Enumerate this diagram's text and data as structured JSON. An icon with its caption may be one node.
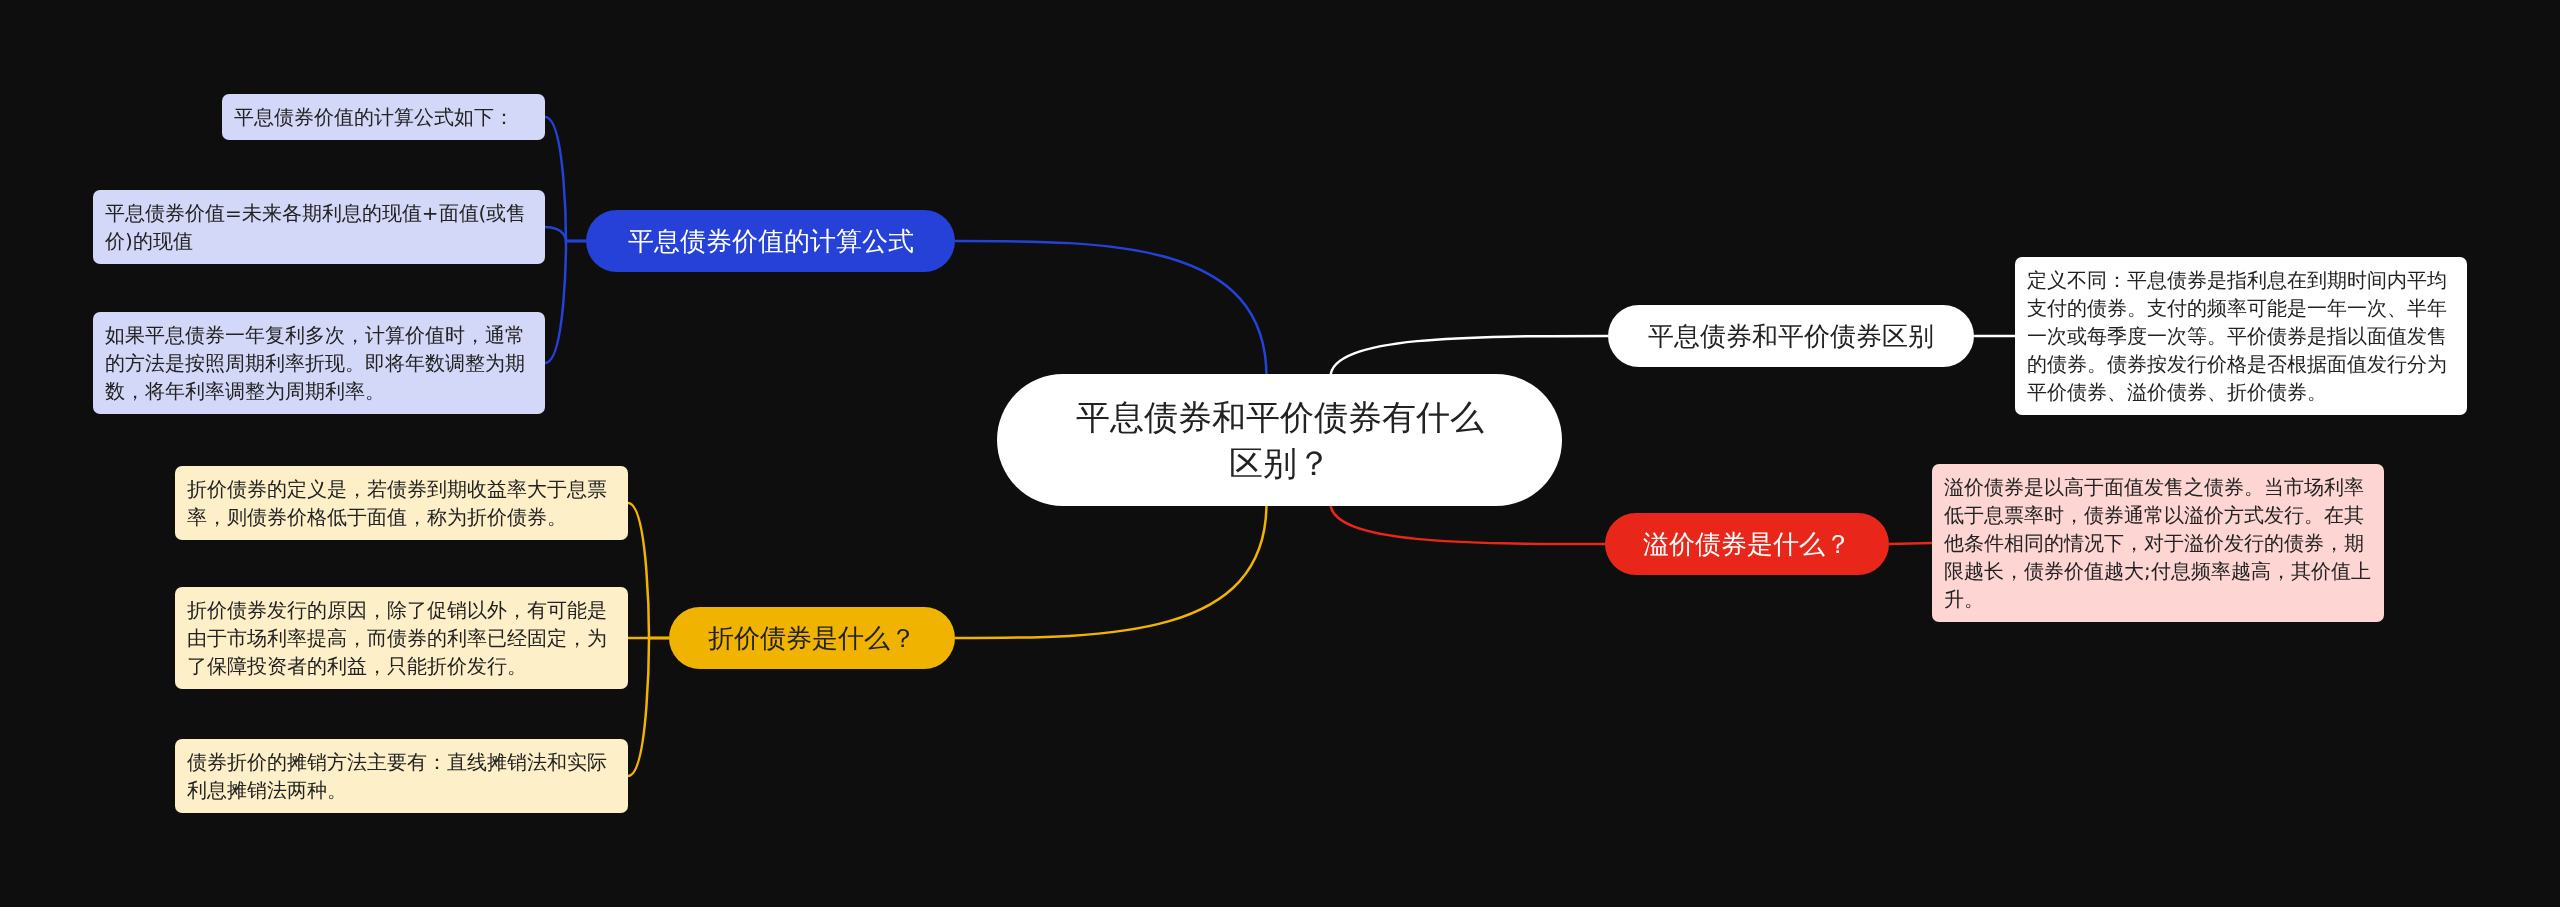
{
  "diagram": {
    "nodes": [
      {
        "text": [
          "平息债券和平价债券有什么区别？"
        ]
      },
      {
        "text": [
          "平息债券价值的计算公式"
        ]
      },
      {
        "text": [
          "平息债券价值的计算公式如下："
        ]
      },
      {
        "text": [
          "平息债券价值=未来各期利息的现值+面值(或售价)的现值"
        ]
      },
      {
        "text": [
          "如果平息债券一年复利多次，计算价值时，通常的方法是按照周期利率折现。即将年数调整为期数，将年利率调整为周期利率。"
        ]
      },
      {
        "text": [
          "折价债券是什么？"
        ]
      },
      {
        "text": [
          "折价债券的定义是，若债券到期收益率大于息票率，则债券价格低于面值，称为折价债券。"
        ]
      },
      {
        "text": [
          "折价债券发行的原因，除了促销以外，有可能是由于市场利率提高，而债券的利率已经固定，为了保障投资者的利益，只能折价发行。"
        ]
      },
      {
        "text": [
          "债券折价的摊销方法主要有：直线摊销法和实际利息摊销法两种。"
        ]
      },
      {
        "text": [
          "平息债券和平价债券区别"
        ]
      },
      {
        "text": [
          "定义不同：平息债券是指利息在到期时间内平均支付的债券。支付的频率可能是一年一次、半年一次或每季度一次等。平价债券是指以面值发售的债券。债券按发行价格是否根据面值发行分为平价债券、溢价债券、折价债券。"
        ]
      },
      {
        "text": [
          "溢价债券是什么？"
        ]
      },
      {
        "text": [
          "溢价债券是以高于面值发售之债券。当市场利率低于息票率时，债券通常以溢价方式发行。在其他条件相同的情况下，对于溢价发行的债券，期限越长，债券价值越大;付息频率越高，其价值上升。"
        ]
      }
    ],
    "edges": [
      {
        "from": 0,
        "to": 1,
        "arrow": "none",
        "color": "#2541d8"
      },
      {
        "from": 1,
        "to": 2,
        "arrow": "none",
        "color": "#2541d8"
      },
      {
        "from": 1,
        "to": 3,
        "arrow": "none",
        "color": "#2541d8"
      },
      {
        "from": 1,
        "to": 4,
        "arrow": "none",
        "color": "#2541d8"
      },
      {
        "from": 0,
        "to": 5,
        "arrow": "none",
        "color": "#f0b400"
      },
      {
        "from": 5,
        "to": 6,
        "arrow": "none",
        "color": "#f0b400"
      },
      {
        "from": 5,
        "to": 7,
        "arrow": "none",
        "color": "#f0b400"
      },
      {
        "from": 5,
        "to": 8,
        "arrow": "none",
        "color": "#f0b400"
      },
      {
        "from": 0,
        "to": 9,
        "arrow": "none",
        "color": "#ffffff"
      },
      {
        "from": 9,
        "to": 10,
        "arrow": "none",
        "color": "#ffffff"
      },
      {
        "from": 0,
        "to": 11,
        "arrow": "none",
        "color": "#e8271a"
      },
      {
        "from": 11,
        "to": 12,
        "arrow": "none",
        "color": "#e8271a"
      }
    ]
  }
}
